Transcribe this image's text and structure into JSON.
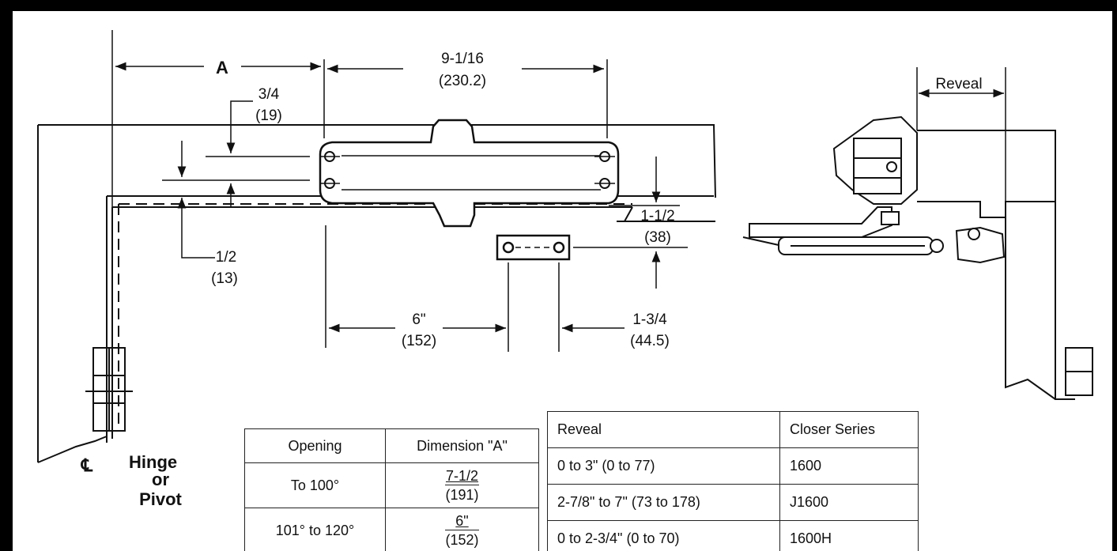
{
  "labels": {
    "dim_a": "A",
    "dim_9_1_16": "9-1/16",
    "dim_230_2": "(230.2)",
    "dim_3_4": "3/4",
    "dim_19": "(19)",
    "dim_1_2": "1/2",
    "dim_13": "(13)",
    "dim_1_1_2": "1-1/2",
    "dim_38": "(38)",
    "dim_6": "6\"",
    "dim_152": "(152)",
    "dim_1_3_4": "1-3/4",
    "dim_44_5": "(44.5)",
    "reveal": "Reveal",
    "hinge_symbol": "℄",
    "hinge_line1": "Hinge",
    "hinge_line2": "or",
    "hinge_line3": "Pivot"
  },
  "opening_table": {
    "headers": [
      "Opening",
      "Dimension \"A\""
    ],
    "rows": [
      {
        "opening": "To 100°",
        "num": "7-1/2",
        "den": "(191)"
      },
      {
        "opening": "101° to 120°",
        "num": "6\"",
        "den": "(152)"
      }
    ]
  },
  "reveal_table": {
    "headers": [
      "Reveal",
      "Closer Series"
    ],
    "rows": [
      {
        "reveal": "0 to 3\" (0 to 77)",
        "series": "1600"
      },
      {
        "reveal": "2-7/8\" to 7\" (73 to 178)",
        "series": "J1600"
      },
      {
        "reveal": "0 to 2-3/4\" (0 to 70)",
        "series": "1600H"
      }
    ]
  }
}
